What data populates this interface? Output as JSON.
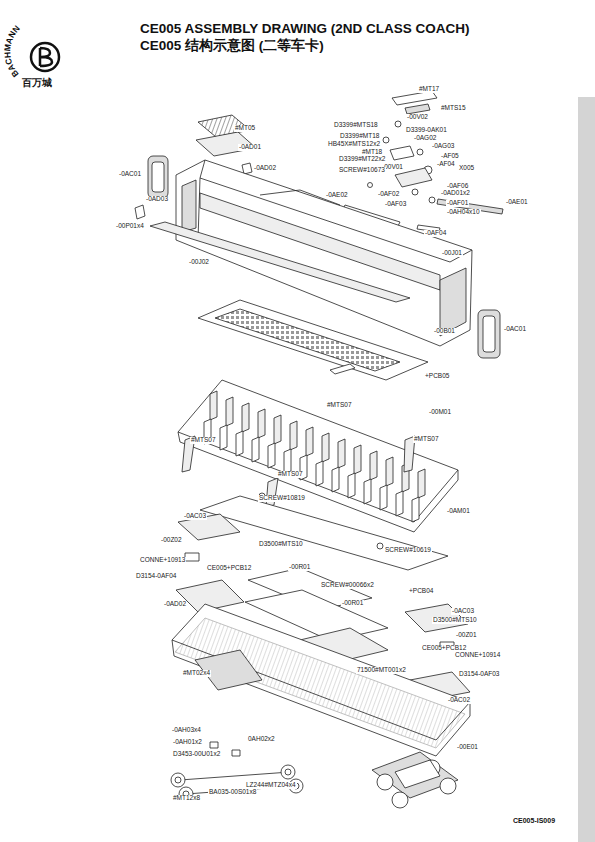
{
  "diagram": {
    "title": "CE005 ASSEMBLY DRAWING (2ND CLASS COACH)",
    "labels": [
      "CE005 结构示意图 (二等车卡)",
      "BACHMANN",
      "百万城",
      "#MT17",
      "#MTS15",
      "-00V02",
      "D3399#MTS18",
      "D3399-0AK01",
      "D3399#MT18",
      "-0AG02",
      "HB45X#MTS12x2",
      "-0AG03",
      "#MT18",
      "D3399#MT22x2",
      "-AF05",
      "-00V01",
      "-AF04",
      "X005",
      "SCREW#10673",
      "-0AE02",
      "-0AF02",
      "-0AF06",
      "-0AD01x2",
      "-0AF03",
      "-0AF01",
      "-0AE01",
      "-0AH04x10",
      "-0AF04",
      "-00J01",
      "#MT05",
      "-0AD01",
      "-0AD02",
      "-0AC01",
      "-0AD03",
      "-00P01x4",
      "-00J02",
      "-00B01",
      "-0AC01",
      "+PCB05",
      "#MTS07",
      "-00M01",
      "#MTS07",
      "#MTS07",
      "#MTS07",
      "SCREW#10819",
      "-0AM01",
      "-0AC03",
      "-00Z02",
      "D3500#MTS10",
      "SCREW#10619",
      "CONNE+10913",
      "CE005+PCB12",
      "-00R01",
      "D3154-0AF04",
      "SCREW#00066x2",
      "+PCB04",
      "-0AD02",
      "-00R01",
      "-0AC03",
      "D3500#MTS10",
      "-00Z01",
      "CE005+PCB12",
      "CONNE+10914",
      "#MT02x4",
      "71500#MT001x2",
      "D3154-0AF03",
      "-0AC02",
      "-0AH03x4",
      "-0AH01x2",
      "0AH02x2",
      "D3453-00U01x2",
      "-00E01",
      "LZ244#MTZ04x4",
      "BA035-00S01x8",
      "#MT12x8",
      "CE005-IS009"
    ]
  }
}
